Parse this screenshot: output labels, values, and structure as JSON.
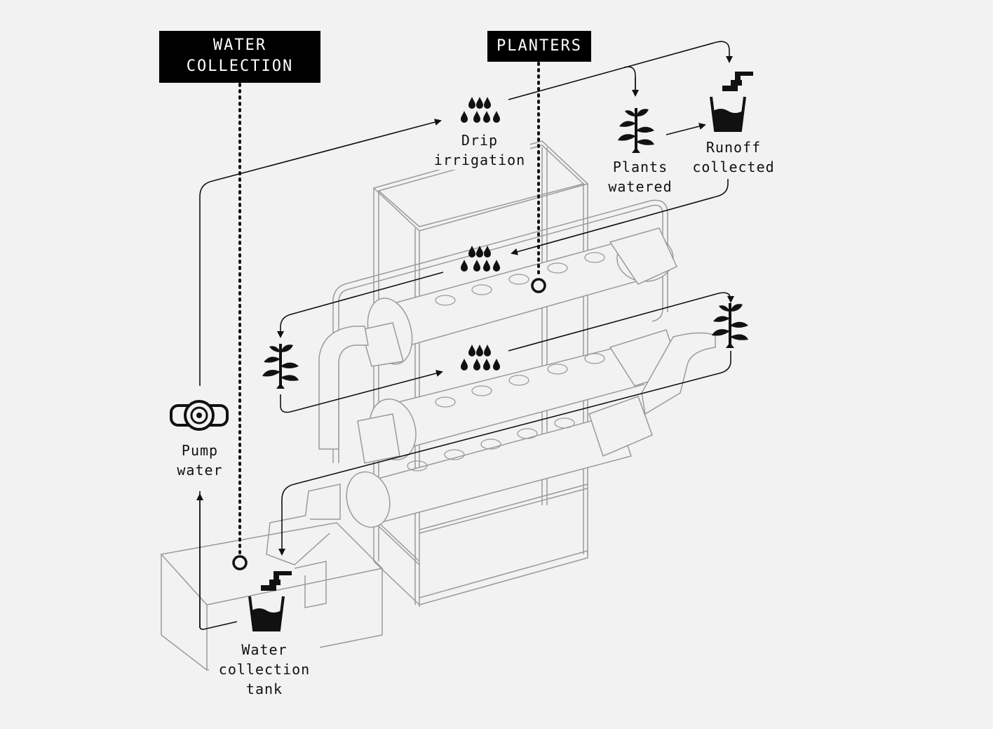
{
  "tags": {
    "water_collection": [
      "WATER",
      "COLLECTION"
    ],
    "planters": "PLANTERS"
  },
  "labels": {
    "drip_irrigation": [
      "Drip",
      "irrigation"
    ],
    "plants_watered": [
      "Plants",
      "watered"
    ],
    "runoff_collected": [
      "Runoff",
      "collected"
    ],
    "pump_water": [
      "Pump",
      "water"
    ],
    "water_collection_tank": [
      "Water",
      "collection",
      "tank"
    ]
  },
  "colors": {
    "background": "#f2f2f2",
    "ink": "#111111",
    "structure_line": "#9a9a9a",
    "tag_background": "#000000",
    "tag_text": "#ffffff"
  },
  "icons": [
    "water-drops-icon",
    "plant-icon",
    "faucet-bucket-icon",
    "pump-icon",
    "marker-circle-icon"
  ]
}
